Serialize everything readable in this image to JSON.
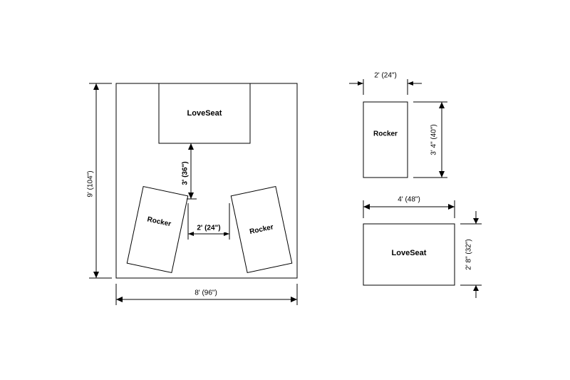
{
  "plan": {
    "loveseat_label": "LoveSeat",
    "rocker_left_label": "Rocker",
    "rocker_right_label": "Rocker",
    "dim_room_height": "9' (104\")",
    "dim_room_width": "8' (96\")",
    "dim_gap_vertical": "3' (36\")",
    "dim_gap_horizontal": "2' (24\")"
  },
  "rocker_detail": {
    "label": "Rocker",
    "dim_width": "2' (24\")",
    "dim_depth": "3' 4\" (40\")"
  },
  "loveseat_detail": {
    "label": "LoveSeat",
    "dim_width": "4' (48\")",
    "dim_depth": "2' 8\" (32\")"
  }
}
